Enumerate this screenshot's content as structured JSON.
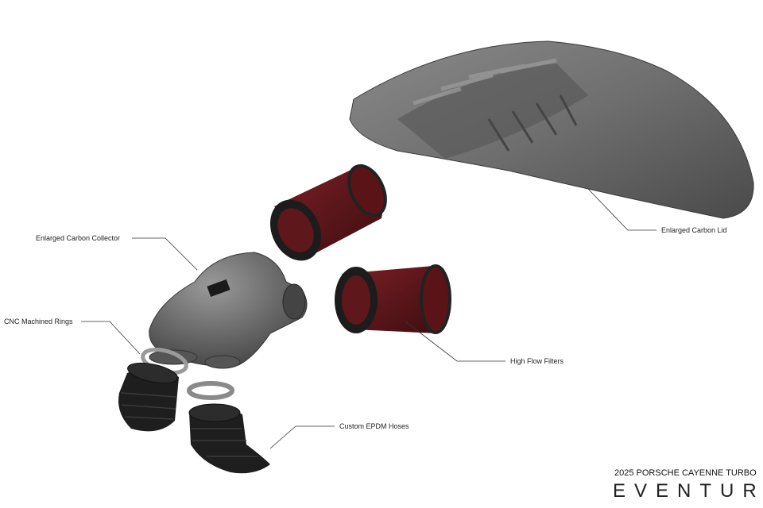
{
  "labels": {
    "lid": "Enlarged Carbon Lid",
    "collector": "Enlarged Carbon Collector",
    "rings": "CNC Machined Rings",
    "filters": "High Flow Filters",
    "hoses": "Custom EPDM Hoses"
  },
  "footer": {
    "title": "2025 PORSCHE CAYENNE TURBO",
    "brand": "EVENTURI"
  },
  "colors": {
    "carbon": "#6b6b6b",
    "filter_media": "#6a1a1f",
    "hose": "#1e1e1e",
    "brand_accent": "#d0202a"
  }
}
